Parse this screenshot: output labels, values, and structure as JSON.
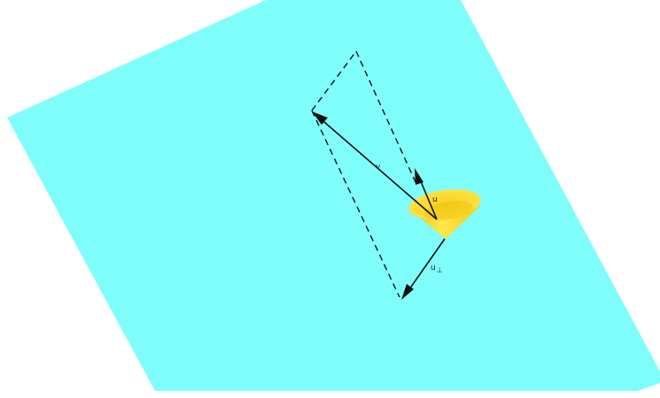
{
  "diagram": {
    "labels": {
      "v": "v",
      "u": "u",
      "u_perp": "u",
      "perp_symbol": "⊥"
    },
    "colors": {
      "plane": "#7ffdfb",
      "cone_light": "#ffe84a",
      "cone_dark": "#e6b800",
      "vector": "#111111",
      "dashed": "#111111",
      "background": "#ffffff"
    }
  }
}
